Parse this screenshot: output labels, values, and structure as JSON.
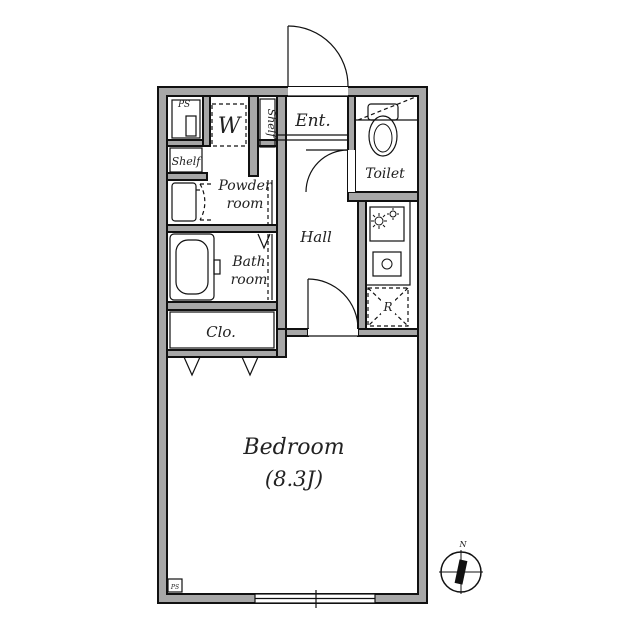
{
  "rooms": {
    "entrance": "Ent.",
    "shelf_entrance": "Shelf",
    "toilet": "Toilet",
    "hall": "Hall",
    "washer": "W",
    "ps_top": "PS",
    "shelf_left": "Shelf",
    "powder_line1": "Powder",
    "powder_line2": "room",
    "bath_line1": "Bath",
    "bath_line2": "room",
    "closet": "Clo.",
    "bedroom": "Bedroom",
    "bedroom_size": "(8.3J)",
    "ps_bottom": "PS",
    "refrigerator": "R"
  },
  "compass": {
    "north": "N"
  }
}
